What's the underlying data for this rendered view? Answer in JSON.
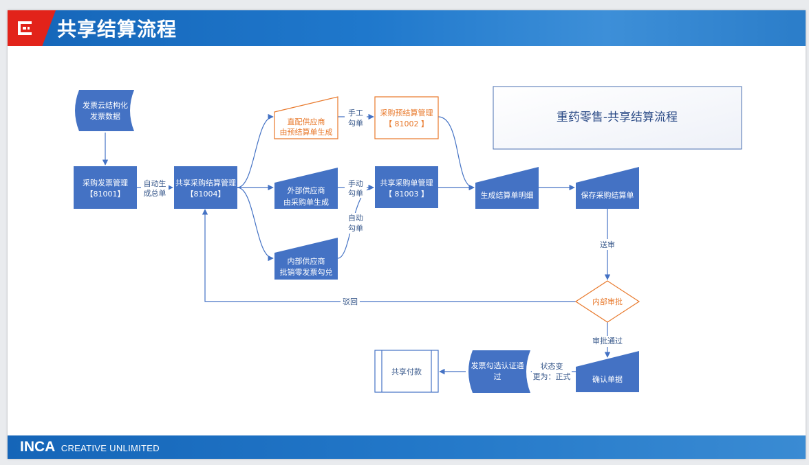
{
  "header": {
    "title": "共享结算流程"
  },
  "footer": {
    "brand": "INCA",
    "tagline": "CREATIVE UNLIMITED"
  },
  "title_box": {
    "text": "重药零售-共享结算流程"
  },
  "nodes": {
    "invoice_data": [
      "发票云结构化",
      "发票数据"
    ],
    "purchase_invoice": [
      "采购发票管理",
      "【81001】"
    ],
    "shared_settlement": [
      "共享采购结算管理",
      "【81004】"
    ],
    "direct_supplier": [
      "直配供应商",
      "由预结算单生成"
    ],
    "external_supplier": [
      "外部供应商",
      "由采购单生成"
    ],
    "internal_supplier": [
      "内部供应商",
      "批销零发票勾兑"
    ],
    "pre_settlement": [
      "采购预结算管理",
      "【 81002 】"
    ],
    "shared_purchase": [
      "共享采购单管理",
      "【 81003 】"
    ],
    "gen_detail": [
      "生成结算单明细"
    ],
    "save_settlement": [
      "保存采购结算单"
    ],
    "internal_review": [
      "内部审批"
    ],
    "confirm_doc": [
      "确认单据"
    ],
    "invoice_verify": [
      "发票勾选认证通",
      "过"
    ],
    "shared_payment": [
      "共享付款"
    ]
  },
  "edges": {
    "auto_summary": [
      "自动生",
      "成总单"
    ],
    "manual_match_1": [
      "手工",
      "勾单"
    ],
    "manual_match_2": [
      "手动",
      "勾单"
    ],
    "auto_match": [
      "自动",
      "勾单"
    ],
    "submit_review": [
      "送审"
    ],
    "reject": [
      "驳回"
    ],
    "approved": [
      "审批通过"
    ],
    "status_change": [
      "状态变",
      "更为：正式"
    ]
  },
  "colors": {
    "primary": "#4472c4",
    "orange": "#e8782a",
    "header_blue": "#1f72c4",
    "logo_red": "#e2231a"
  }
}
